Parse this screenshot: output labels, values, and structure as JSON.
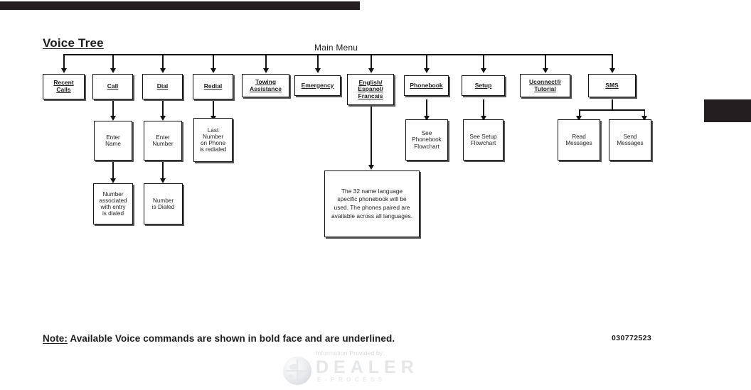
{
  "page": {
    "title": "Voice Tree",
    "main_menu_label": "Main Menu",
    "part_number": "030772523"
  },
  "note": {
    "lead": "Note:",
    "text": " Available Voice commands are shown in bold face and are underlined."
  },
  "watermark": {
    "provided_by": "Information Provided by:",
    "brand": "DEALER",
    "sub_brand": "E-PROCESS",
    "logo_icon": "globe-icon"
  },
  "chart_data": {
    "type": "diagram",
    "diagram_kind": "flowchart-tree",
    "root": "Main Menu",
    "legend": "Available Voice commands are shown in bold face and are underlined.",
    "nodes": [
      {
        "id": "recent-calls",
        "label": "Recent\nCalls",
        "level": 1,
        "voice_command": true,
        "parent": "main-menu"
      },
      {
        "id": "call",
        "label": "Call",
        "level": 1,
        "voice_command": true,
        "parent": "main-menu"
      },
      {
        "id": "dial",
        "label": "Dial",
        "level": 1,
        "voice_command": true,
        "parent": "main-menu"
      },
      {
        "id": "redial",
        "label": "Redial",
        "level": 1,
        "voice_command": true,
        "parent": "main-menu"
      },
      {
        "id": "towing",
        "label": "Towing\nAssistance",
        "level": 1,
        "voice_command": true,
        "parent": "main-menu"
      },
      {
        "id": "emergency",
        "label": "Emergency",
        "level": 1,
        "voice_command": true,
        "parent": "main-menu"
      },
      {
        "id": "language",
        "label": "English/\nEspanol/\nFrancais",
        "level": 1,
        "voice_command": true,
        "parent": "main-menu"
      },
      {
        "id": "phonebook",
        "label": "Phonebook",
        "level": 1,
        "voice_command": true,
        "parent": "main-menu"
      },
      {
        "id": "setup",
        "label": "Setup",
        "level": 1,
        "voice_command": true,
        "parent": "main-menu"
      },
      {
        "id": "uconnect",
        "label": "Uconnect®\nTutorial",
        "level": 1,
        "voice_command": true,
        "parent": "main-menu"
      },
      {
        "id": "sms",
        "label": "SMS",
        "level": 1,
        "voice_command": true,
        "parent": "main-menu"
      },
      {
        "id": "enter-name",
        "label": "Enter\nName",
        "level": 2,
        "voice_command": false,
        "parent": "call"
      },
      {
        "id": "enter-number",
        "label": "Enter\nNumber",
        "level": 2,
        "voice_command": false,
        "parent": "dial"
      },
      {
        "id": "last-number",
        "label": "Last\nNumber\non Phone\nis redialed",
        "level": 2,
        "voice_command": false,
        "parent": "redial"
      },
      {
        "id": "see-phonebook",
        "label": "See\nPhonebook\nFlowchart",
        "level": 2,
        "voice_command": false,
        "parent": "phonebook"
      },
      {
        "id": "see-setup",
        "label": "See Setup\nFlowchart",
        "level": 2,
        "voice_command": false,
        "parent": "setup"
      },
      {
        "id": "read-messages",
        "label": "Read\nMessages",
        "level": 2,
        "voice_command": false,
        "parent": "sms"
      },
      {
        "id": "send-messages",
        "label": "Send\nMessages",
        "level": 2,
        "voice_command": false,
        "parent": "sms"
      },
      {
        "id": "language-note",
        "label": "The 32 name language specific phonebook will be used. The phones paired are available across all languages.",
        "level": 2,
        "voice_command": false,
        "parent": "language"
      },
      {
        "id": "number-assoc",
        "label": "Number\nassociated\nwith entry\nis dialed",
        "level": 3,
        "voice_command": false,
        "parent": "enter-name"
      },
      {
        "id": "number-dialed",
        "label": "Number\nis Dialed",
        "level": 3,
        "voice_command": false,
        "parent": "enter-number"
      }
    ],
    "edges": [
      {
        "from": "main-menu",
        "to": "recent-calls"
      },
      {
        "from": "main-menu",
        "to": "call"
      },
      {
        "from": "main-menu",
        "to": "dial"
      },
      {
        "from": "main-menu",
        "to": "redial"
      },
      {
        "from": "main-menu",
        "to": "towing"
      },
      {
        "from": "main-menu",
        "to": "emergency"
      },
      {
        "from": "main-menu",
        "to": "language"
      },
      {
        "from": "main-menu",
        "to": "phonebook"
      },
      {
        "from": "main-menu",
        "to": "setup"
      },
      {
        "from": "main-menu",
        "to": "uconnect"
      },
      {
        "from": "main-menu",
        "to": "sms"
      },
      {
        "from": "call",
        "to": "enter-name"
      },
      {
        "from": "dial",
        "to": "enter-number"
      },
      {
        "from": "redial",
        "to": "last-number"
      },
      {
        "from": "phonebook",
        "to": "see-phonebook"
      },
      {
        "from": "setup",
        "to": "see-setup"
      },
      {
        "from": "sms",
        "to": "read-messages"
      },
      {
        "from": "sms",
        "to": "send-messages"
      },
      {
        "from": "language",
        "to": "language-note"
      },
      {
        "from": "enter-name",
        "to": "number-assoc"
      },
      {
        "from": "enter-number",
        "to": "number-dialed"
      }
    ]
  },
  "colors": {
    "ink": "#111111",
    "bar": "#231f20",
    "paper": "#ffffff",
    "watermark": "#cfd3d9"
  }
}
